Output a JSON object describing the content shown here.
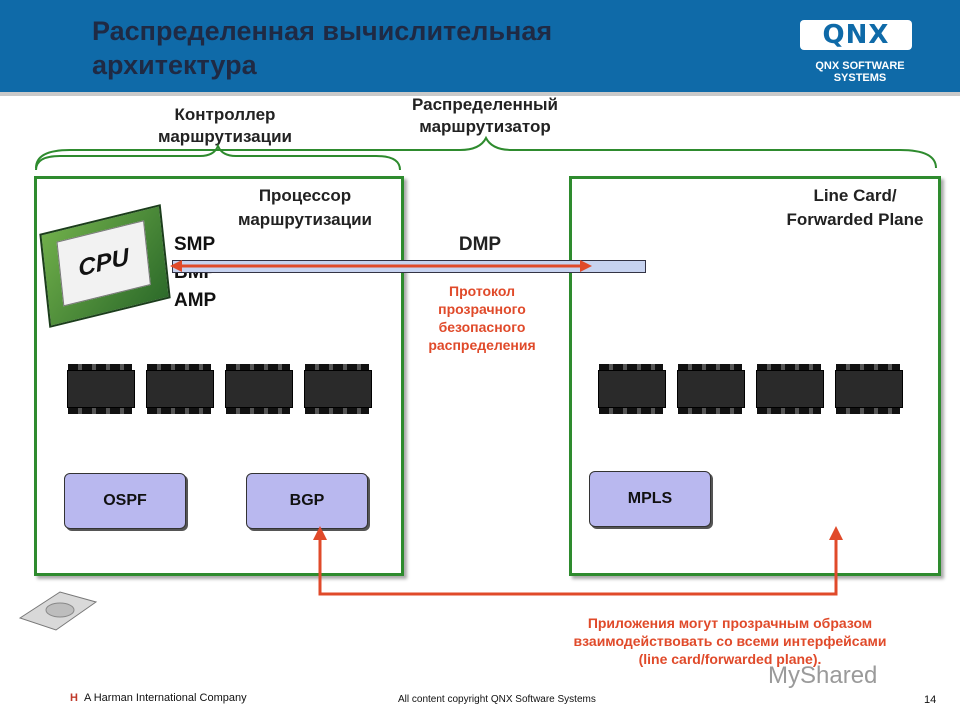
{
  "header": {
    "title_line1": "Распределенная вычислительная",
    "title_line2": "архитектура",
    "logo_text": "QNX",
    "logo_subtitle": "QNX SOFTWARE SYSTEMS",
    "bg_color": "#0f6aa8"
  },
  "labels": {
    "routing_controller": [
      "Контроллер",
      "маршрутизации"
    ],
    "distributed_router": [
      "Распределенный",
      "маршрутизатор"
    ],
    "routing_processor": [
      "Процессор",
      "маршрутизации"
    ],
    "line_card": [
      "Line Card/",
      "Forwarded Plane"
    ]
  },
  "cpu": {
    "label": "CPU",
    "modes": [
      "SMP",
      "BMP",
      "AMP"
    ]
  },
  "link": {
    "label": "DMP",
    "protocol": [
      "Протокол",
      "прозрачного",
      "безопасного",
      "распределения"
    ]
  },
  "modules": {
    "left": [
      "OSPF",
      "BGP"
    ],
    "right": [
      "MPLS"
    ]
  },
  "note": [
    "Приложения могут прозрачным образом",
    "взаимодействовать со всеми интерфейсами",
    "(line card/forwarded plane)."
  ],
  "footer": {
    "company": "A Harman International Company",
    "copyright": "All content copyright QNX Software Systems",
    "page": "14",
    "watermark": "MyShared"
  },
  "colors": {
    "panel_border": "#2e8b2e",
    "accent_red": "#e04a2a",
    "module_fill": "#b9b8ef"
  }
}
